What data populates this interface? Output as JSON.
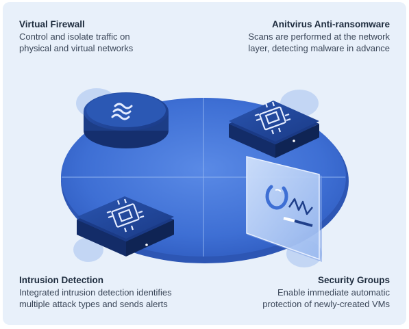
{
  "features": {
    "virtual_firewall": {
      "title": "Virtual Firewall",
      "line1": "Control and isolate traffic on",
      "line2": "physical and virtual networks"
    },
    "antivirus": {
      "title": "Anitvirus Anti-ransomware",
      "line1": "Scans are performed at the network",
      "line2": "layer, detecting malware in advance"
    },
    "intrusion_detection": {
      "title": "Intrusion Detection",
      "line1": "Integrated intrusion detection identifies",
      "line2": "multiple attack types and sends alerts"
    },
    "security_groups": {
      "title": "Security Groups",
      "line1": "Enable immediate automatic",
      "line2": "protection of newly-created VMs"
    }
  },
  "icons": {
    "firewall": "wave-stack-icon",
    "chip": "cpu-chip-icon",
    "monitor": "security-monitor-icon"
  },
  "colors": {
    "background": "#e8f0fa",
    "platform": "#3d6ed6",
    "device": "#1f3f8a",
    "title_text": "#1d2b3d",
    "body_text": "#3a4658"
  }
}
